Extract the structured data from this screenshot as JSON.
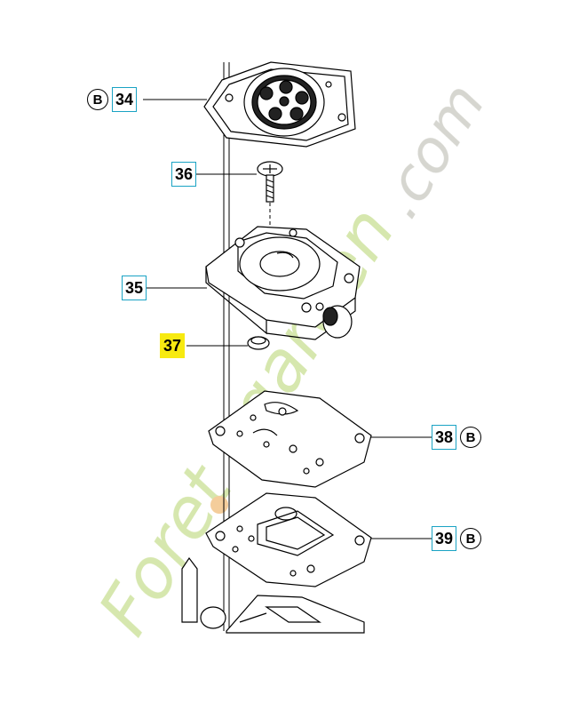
{
  "colors": {
    "callout_border": "#1aa3c4",
    "highlight": "#f7ea10",
    "watermark_green": "#cfe3a0",
    "watermark_orange": "#f2c48a",
    "watermark_gray": "#cfcfc8",
    "line": "#000000"
  },
  "callouts": [
    {
      "part": "34",
      "ref": "B",
      "highlighted": false
    },
    {
      "part": "36",
      "ref": "",
      "highlighted": false
    },
    {
      "part": "35",
      "ref": "",
      "highlighted": false
    },
    {
      "part": "37",
      "ref": "",
      "highlighted": true
    },
    {
      "part": "38",
      "ref": "B",
      "highlighted": false
    },
    {
      "part": "39",
      "ref": "B",
      "highlighted": false
    }
  ],
  "watermark": {
    "text": "Foretgarden.com"
  }
}
